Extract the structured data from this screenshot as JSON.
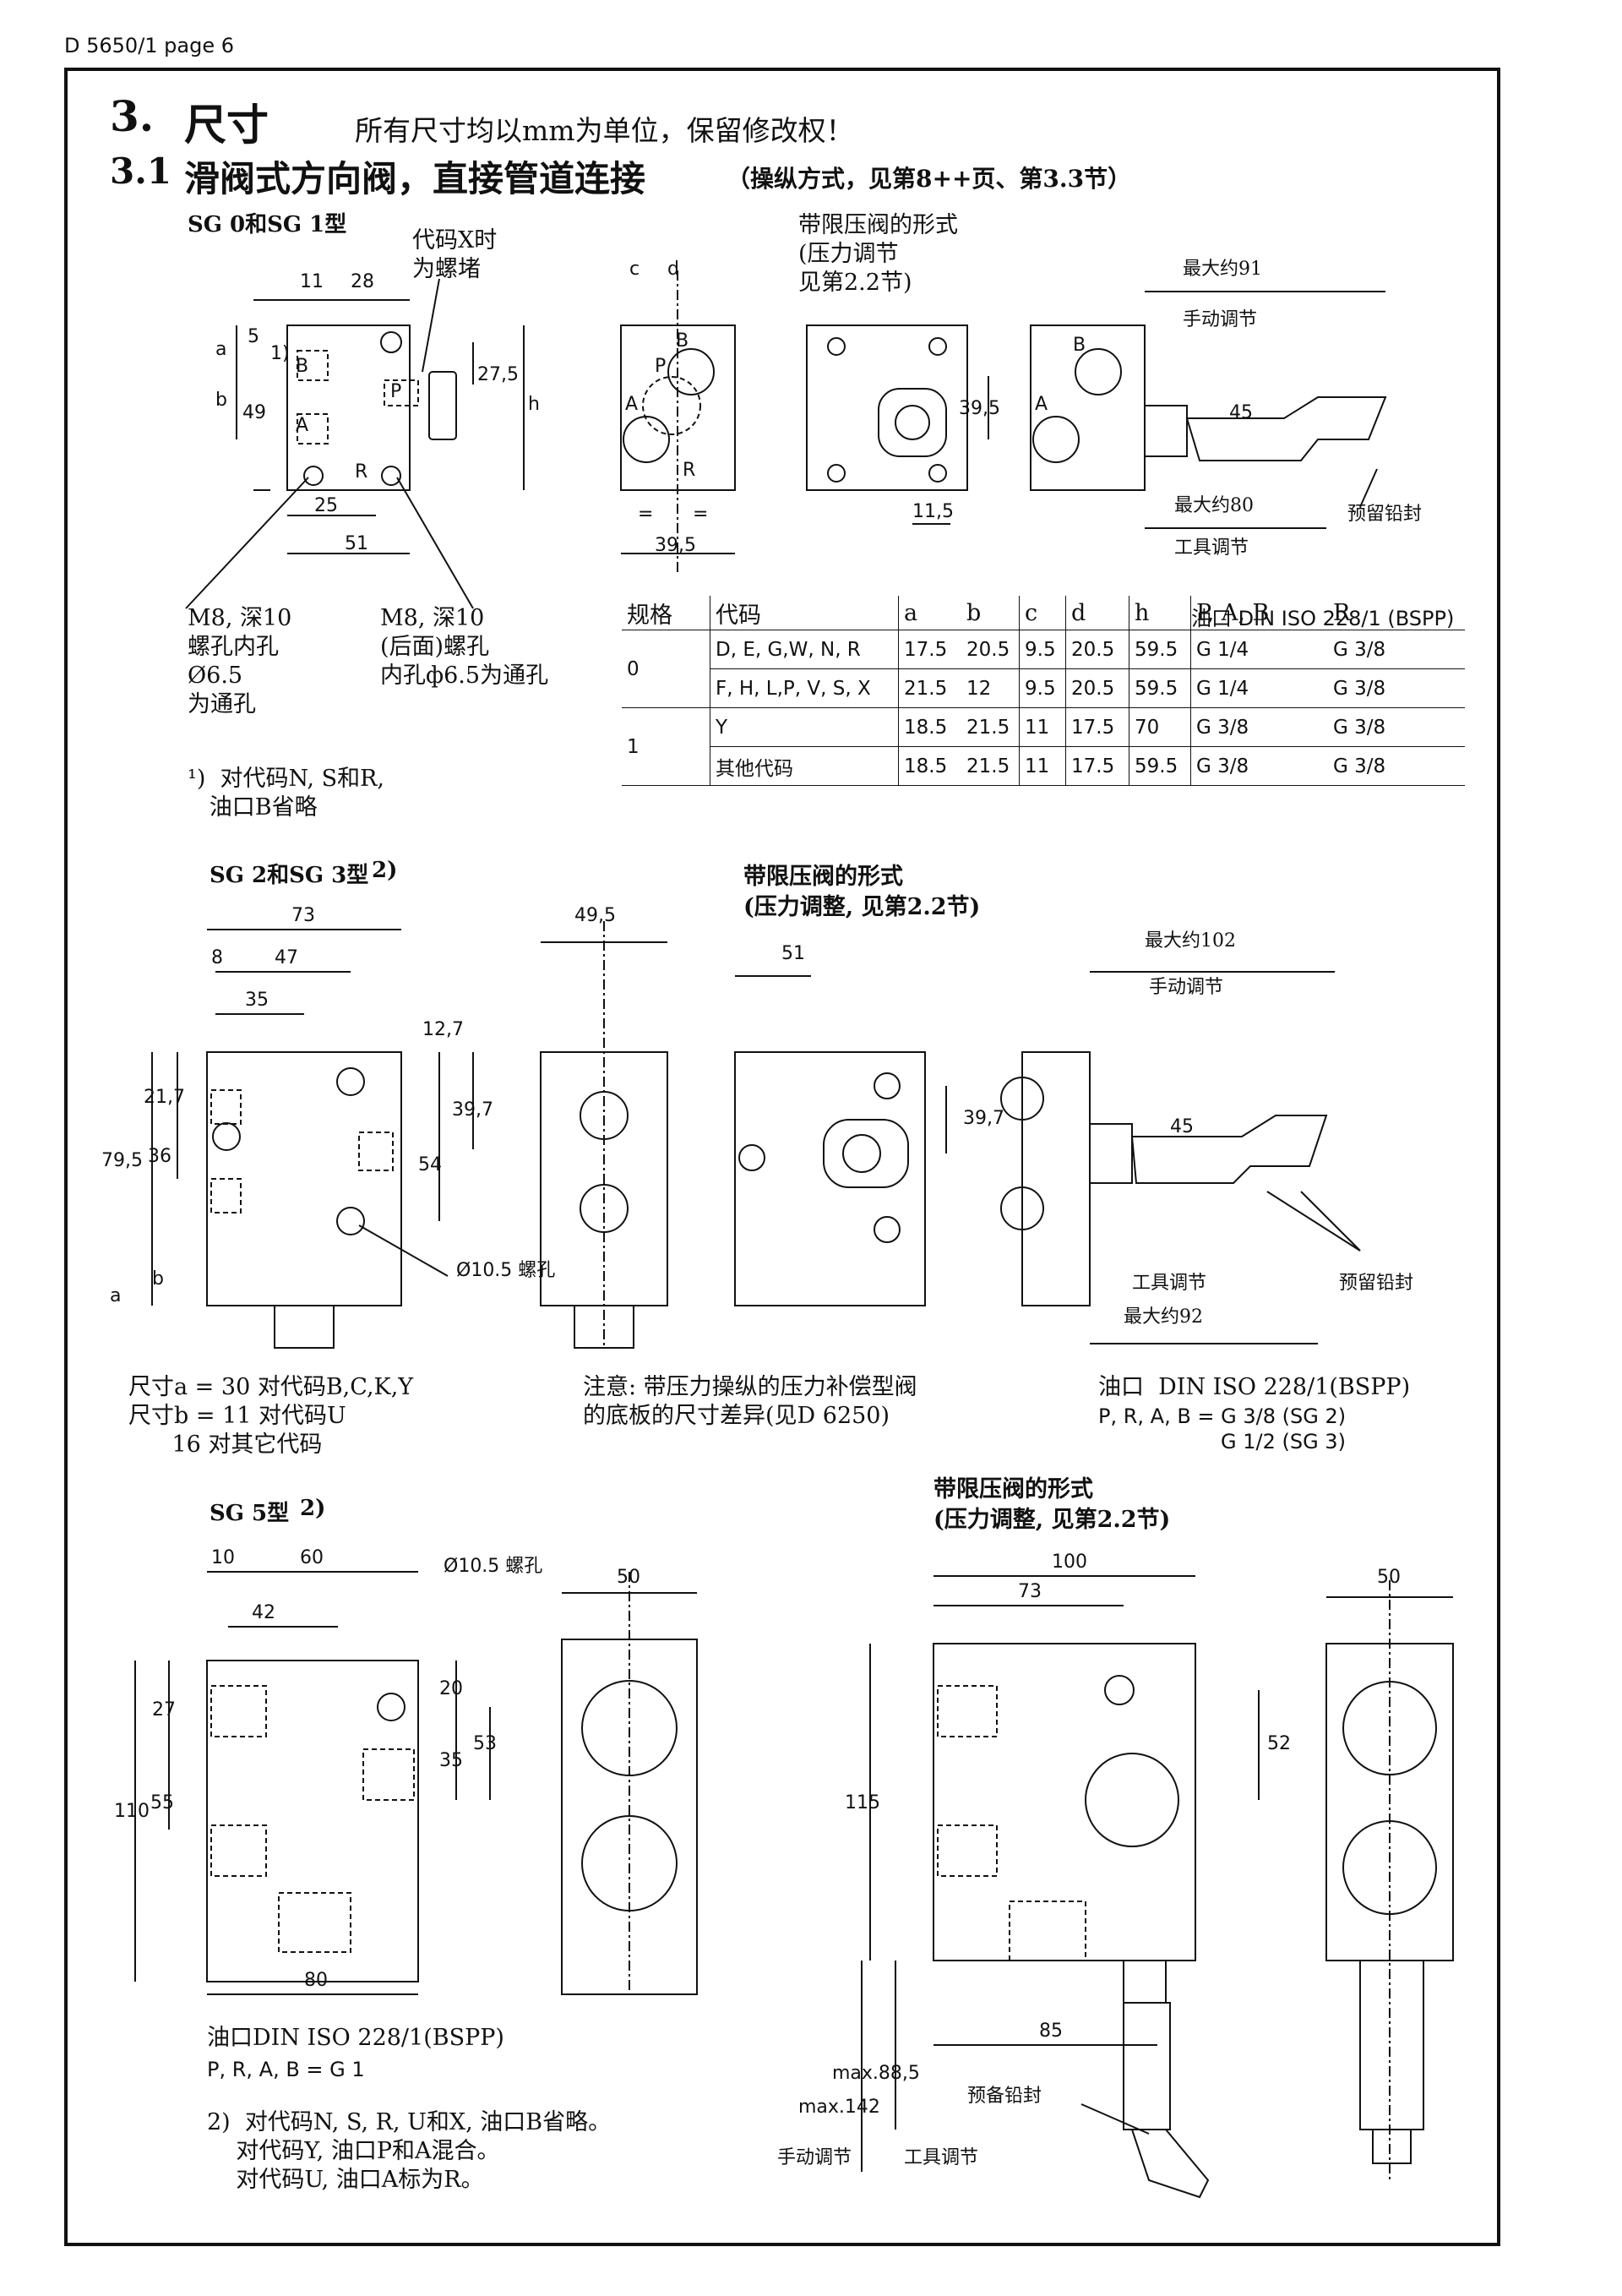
{
  "header": {
    "doc_page": "D 5650/1  page  6"
  },
  "section3": {
    "number": "3.",
    "title": "尺寸",
    "note": "所有尺寸均以mm为单位，保留修改权！"
  },
  "section31": {
    "number": "3.1",
    "title": "滑阀式方向阀，直接管道连接",
    "note": "（操纵方式，见第8++页、第3.3节）"
  },
  "sg01": {
    "title": "SG 0和SG 1型",
    "plug_note": "代码X时\n为螺堵",
    "relief_note": "带限压阀的形式\n(压力调节\n见第2.2节)",
    "max91": "最大约91",
    "manual": "手动调节",
    "max80": "最大约80",
    "tool": "工具调节",
    "seal": "预留铅封",
    "hole_note1": "M8, 深10\n螺孔内孔\nØ6.5\n为通孔",
    "hole_note2": "M8, 深10\n(后面)螺孔\n内孔ф6.5为通孔",
    "footnote": "¹)  对代码N, S和R,\n   油口B省略",
    "dims": {
      "d11": "11",
      "d28": "28",
      "a": "a",
      "d5": "5",
      "b": "b",
      "d49": "49",
      "d27_5": "27,5",
      "h": "h",
      "d25": "25",
      "d51": "51",
      "c": "c",
      "d": "d",
      "eq": "=",
      "d39_5": "39,5",
      "d11_5": "11,5",
      "d45": "45",
      "sup1": "1)"
    },
    "ports": {
      "B": "B",
      "A": "A",
      "P": "P",
      "R": "R"
    }
  },
  "table": {
    "top_header": "油口 DIN ISO 228/1 (BSPP)",
    "headers": [
      "规格",
      "代码",
      "a",
      "b",
      "c",
      "d",
      "h",
      "P, A,  B",
      "R"
    ],
    "rows": [
      {
        "size": "0",
        "code": "D, E, G,W, N, R",
        "a": "17.5",
        "b": "20.5",
        "c": "9.5",
        "d": "20.5",
        "h": "59.5",
        "pab": "G 1/4",
        "r": "G 3/8"
      },
      {
        "size": "",
        "code": "F, H, L,P, V, S, X",
        "a": "21.5",
        "b": "12",
        "c": "9.5",
        "d": "20.5",
        "h": "59.5",
        "pab": "G 1/4",
        "r": "G 3/8"
      },
      {
        "size": "1",
        "code": "Y",
        "a": "18.5",
        "b": "21.5",
        "c": "11",
        "d": "17.5",
        "h": "70",
        "pab": "G 3/8",
        "r": "G 3/8"
      },
      {
        "size": "",
        "code": "其他代码",
        "a": "18.5",
        "b": "21.5",
        "c": "11",
        "d": "17.5",
        "h": "59.5",
        "pab": "G 3/8",
        "r": "G 3/8"
      }
    ]
  },
  "sg23": {
    "title": "SG 2和SG 3型",
    "sup": "2)",
    "relief_title": "带限压阀的形式\n(压力调整, 见第2.2节)",
    "max102": "最大约102",
    "manual": "手动调节",
    "tool": "工具调节",
    "max92": "最大约92",
    "seal": "预留铅封",
    "hole": "Ø10.5\n螺孔",
    "dims": {
      "d73": "73",
      "d8": "8",
      "d47": "47",
      "d35": "35",
      "d12_7": "12,7",
      "d21_7": "21,7",
      "d39_7": "39,7",
      "d79_5": "79,5",
      "d36": "36",
      "d54": "54",
      "a": "a",
      "b": "b",
      "d49_5": "49,5",
      "d51": "51",
      "d45": "45"
    },
    "note_ab": "尺寸a = 30 对代码B,C,K,Y\n尺寸b = 11 对代码U\n      16 对其它代码",
    "note_plate": "注意: 带压力操纵的压力补偿型阀\n的底板的尺寸差异(见D 6250)",
    "ports_title": "油口  DIN ISO 228/1(BSPP)",
    "ports_line1": "P, R, A, B =  G 3/8 (SG 2)",
    "ports_line2": "G 1/2 (SG 3)"
  },
  "sg5": {
    "title": "SG 5型",
    "sup": "2)",
    "hole": "Ø10.5\n螺孔",
    "relief_title": "带限压阀的形式\n(压力调整, 见第2.2节)",
    "dims": {
      "d10": "10",
      "d60": "60",
      "d42": "42",
      "d20": "20",
      "d27": "27",
      "d53": "53",
      "d35": "35",
      "d110": "110",
      "d55": "55",
      "d80": "80",
      "d50": "50",
      "d100": "100",
      "d73": "73",
      "d52": "52",
      "d115": "115",
      "d85": "85",
      "max142": "max.142",
      "max88_5": "max.88,5"
    },
    "manual": "手动调节",
    "tool": "工具调节",
    "seal": "预备铅封",
    "ports_title": "油口DIN ISO 228/1(BSPP)",
    "ports_line": "P, R, A, B = G 1",
    "footnote": "2)  对代码N, S, R, U和X, 油口B省略。\n    对代码Y, 油口P和A混合。\n    对代码U, 油口A标为R。"
  }
}
